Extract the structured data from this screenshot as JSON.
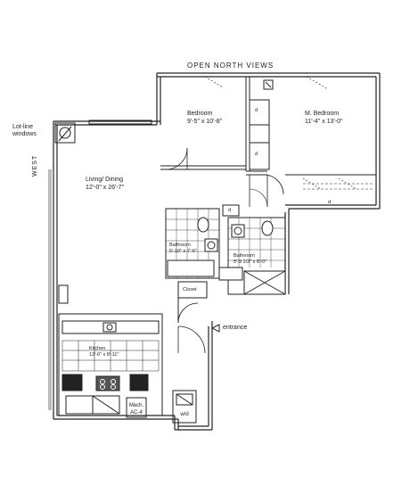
{
  "plan": {
    "north_label": "OPEN NORTH VIEWS",
    "west_label": "WEST",
    "lot_line": [
      "Lot-line",
      "windows"
    ],
    "rooms": {
      "bedroom": {
        "name": "Bedroom",
        "dims": "9'-5\" x 10'-8\""
      },
      "master_bedroom": {
        "name": "M. Bedroom",
        "dims": "11'-4\" x 13'-0\""
      },
      "living": {
        "name": "Living/ Dining",
        "dims": "12'-0\" x 26'-7\""
      },
      "bathroom1": {
        "name": "Bathroom",
        "dims": "5'-10\" x 7'-6\""
      },
      "bathroom2": {
        "name": "Bathroom",
        "dims": "5'-9 1/2\" x 8'-0\""
      },
      "closet": {
        "name": "Closet"
      },
      "kitchen": {
        "name": "Kitchen",
        "dims": "13'-0\" x 8'-11\""
      },
      "mech": {
        "name": "Mech.",
        "code": "AC-4"
      },
      "wd": {
        "name": "w/d"
      }
    },
    "entrance_label": "entrance",
    "closet_marker": "d"
  }
}
